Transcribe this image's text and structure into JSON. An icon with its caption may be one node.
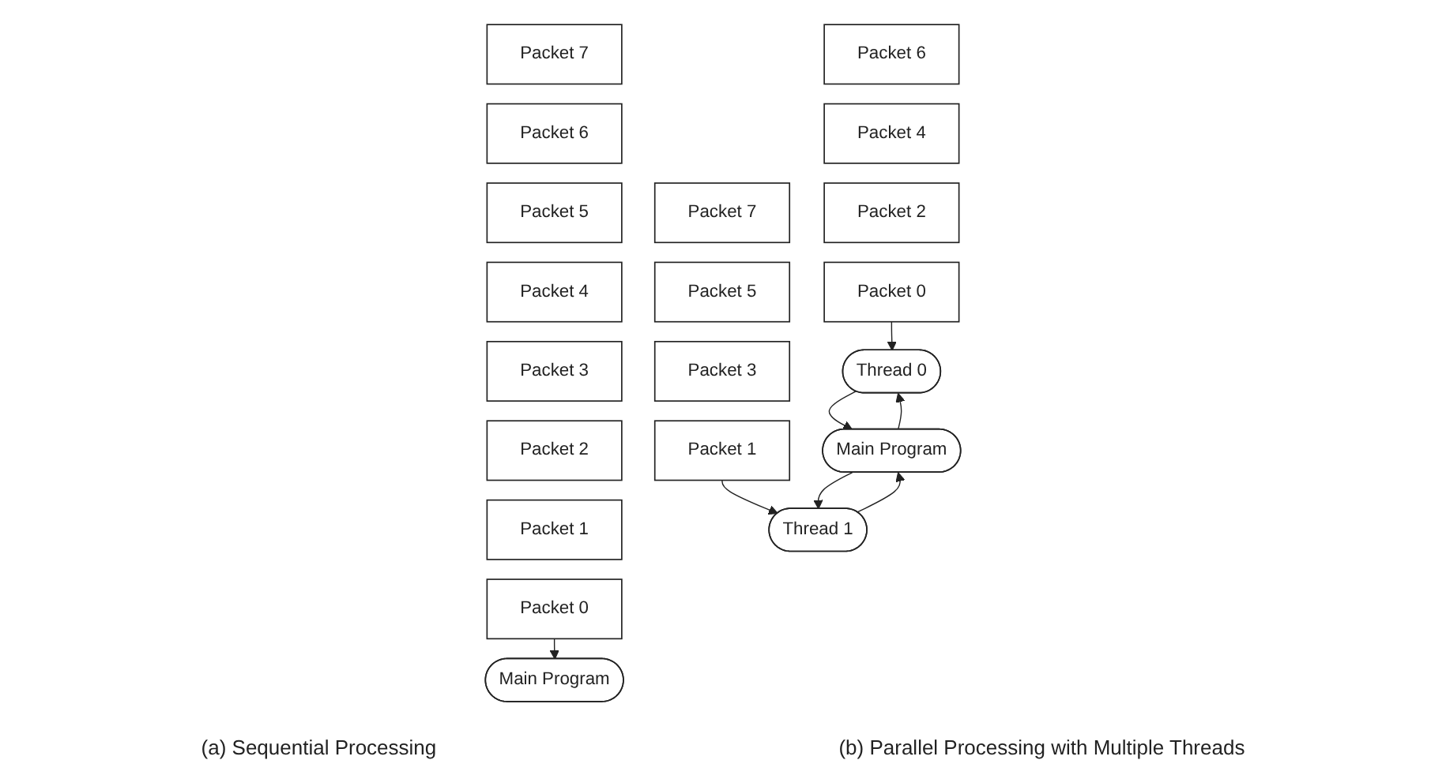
{
  "diagram": {
    "nodes": [
      {
        "text": [
          "Packet 7"
        ]
      },
      {
        "text": [
          "Packet 6"
        ]
      },
      {
        "text": [
          "Packet 5"
        ]
      },
      {
        "text": [
          "Packet 4"
        ]
      },
      {
        "text": [
          "Packet 3"
        ]
      },
      {
        "text": [
          "Packet 2"
        ]
      },
      {
        "text": [
          "Packet 1"
        ]
      },
      {
        "text": [
          "Packet 0"
        ]
      },
      {
        "text": [
          "Main Program"
        ]
      },
      {
        "text": [
          "Packet 6"
        ]
      },
      {
        "text": [
          "Packet 4"
        ]
      },
      {
        "text": [
          "Packet 2"
        ]
      },
      {
        "text": [
          "Packet 0"
        ]
      },
      {
        "text": [
          "Packet 7"
        ]
      },
      {
        "text": [
          "Packet 5"
        ]
      },
      {
        "text": [
          "Packet 3"
        ]
      },
      {
        "text": [
          "Packet 1"
        ]
      },
      {
        "text": [
          "Main Program"
        ]
      },
      {
        "text": [
          "Thread 0"
        ]
      },
      {
        "text": [
          "Thread 1"
        ]
      }
    ],
    "edges": [
      {
        "from": 7,
        "to": 8,
        "arrow": "to"
      },
      {
        "from": 12,
        "to": 18,
        "arrow": "to"
      },
      {
        "from": 16,
        "to": 19,
        "arrow": "to"
      },
      {
        "from": 17,
        "to": 18,
        "arrow": "to"
      },
      {
        "from": 17,
        "to": 19,
        "arrow": "to"
      },
      {
        "from": 18,
        "to": 17,
        "arrow": "to"
      },
      {
        "from": 19,
        "to": 17,
        "arrow": "to"
      }
    ],
    "labels": [
      "(a) Sequential Processing",
      "(b) Parallel Processing with Multiple Threads"
    ]
  }
}
